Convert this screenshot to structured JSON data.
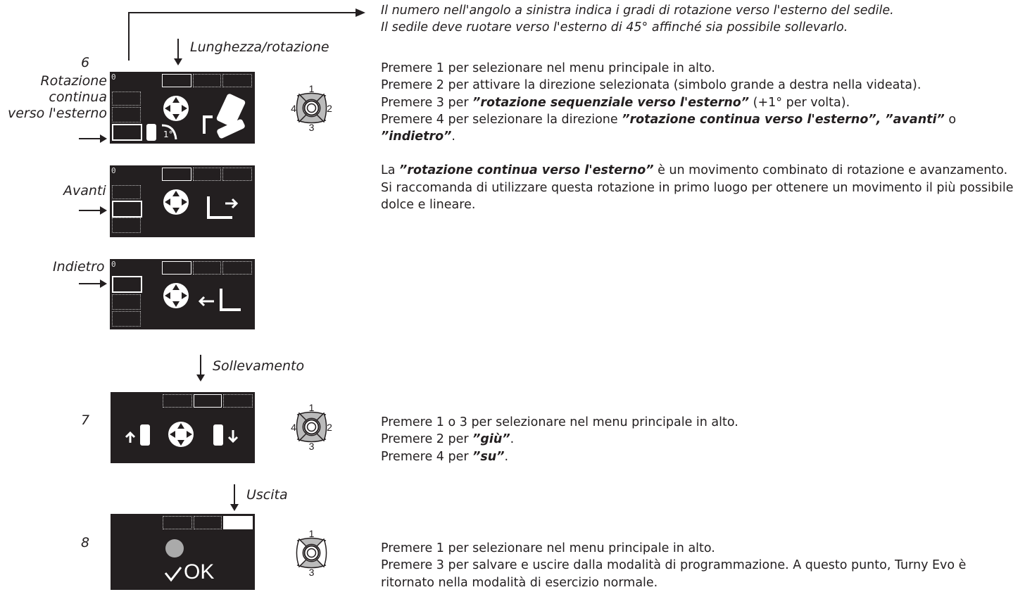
{
  "header": {
    "line1": "Il numero nell'angolo a sinistra indica i gradi di rotazione verso l'esterno del sedile.",
    "line2": "Il sedile deve ruotare verso l'esterno di 45° affinché sia possibile sollevarlo."
  },
  "labels": {
    "step6": "6",
    "lunghezza": "Lunghezza/rotazione",
    "rot_line1": "Rotazione",
    "rot_line2": "continua",
    "rot_line3": "verso l'esterno",
    "avanti": "Avanti",
    "indietro": "Indietro",
    "step7": "7",
    "sollevamento": "Sollevamento",
    "step8": "8",
    "uscita": "Uscita"
  },
  "screen": {
    "zero": "0",
    "degree": "1°",
    "ok": "OK"
  },
  "keypad": {
    "k1": "1",
    "k2": "2",
    "k3": "3",
    "k4": "4"
  },
  "section6": {
    "p1": "Premere 1 per selezionare nel menu principale in alto.",
    "p2": "Premere 2 per attivare la direzione selezionata (simbolo grande a destra nella videata).",
    "p3a": "Premere 3 per ",
    "p3b": "”rotazione sequenziale verso l'esterno”",
    "p3c": " (+1° per volta).",
    "p4a": "Premere 4 per selezionare la direzione ",
    "p4b": "”rotazione continua verso l'esterno”, ”avanti”",
    "p4c": " o ",
    "p4d": "”indietro”",
    "p4e": ".",
    "p5a": "La ",
    "p5b": "”rotazione continua verso l'esterno”",
    "p5c": " è un movimento combinato di rotazione e avanzamento. Si raccomanda di utilizzare questa rotazione in primo luogo per ottenere un movimento il più possibile dolce e lineare."
  },
  "section7": {
    "p1": "Premere 1 o 3 per selezionare nel menu principale in alto.",
    "p2a": "Premere 2 per ",
    "p2b": "”giù”",
    "p2c": ".",
    "p3a": "Premere 4 per ",
    "p3b": "”su”",
    "p3c": "."
  },
  "section8": {
    "p1": "Premere 1 per selezionare nel menu principale in alto.",
    "p2": "Premere 3 per salvare e uscire dalla modalità di programmazione. A questo punto, Turny Evo è ritornato nella modalità di esercizio normale."
  }
}
